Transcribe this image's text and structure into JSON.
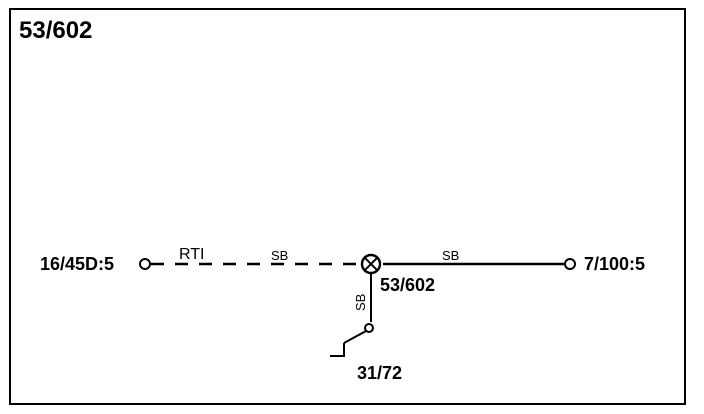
{
  "diagram": {
    "title": "53/602",
    "left_terminal": "16/45D:5",
    "right_terminal": "7/100:5",
    "lamp_label": "53/602",
    "ground_label": "31/72",
    "wire_left_code": "RTI",
    "wire_left_color": "SB",
    "wire_right_color": "SB",
    "wire_vertical_color": "SB"
  },
  "colors": {
    "stroke": "#000000",
    "background": "#ffffff"
  }
}
